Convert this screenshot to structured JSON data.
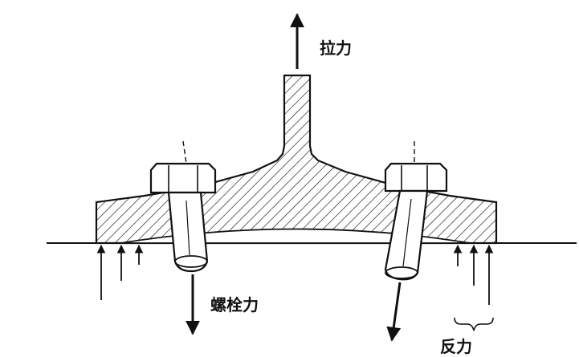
{
  "labels": {
    "pull_force": "拉力",
    "bolt_force": "螺栓力",
    "reaction_force": "反力"
  },
  "colors": {
    "ink": "#111111",
    "background": "#ffffff"
  }
}
